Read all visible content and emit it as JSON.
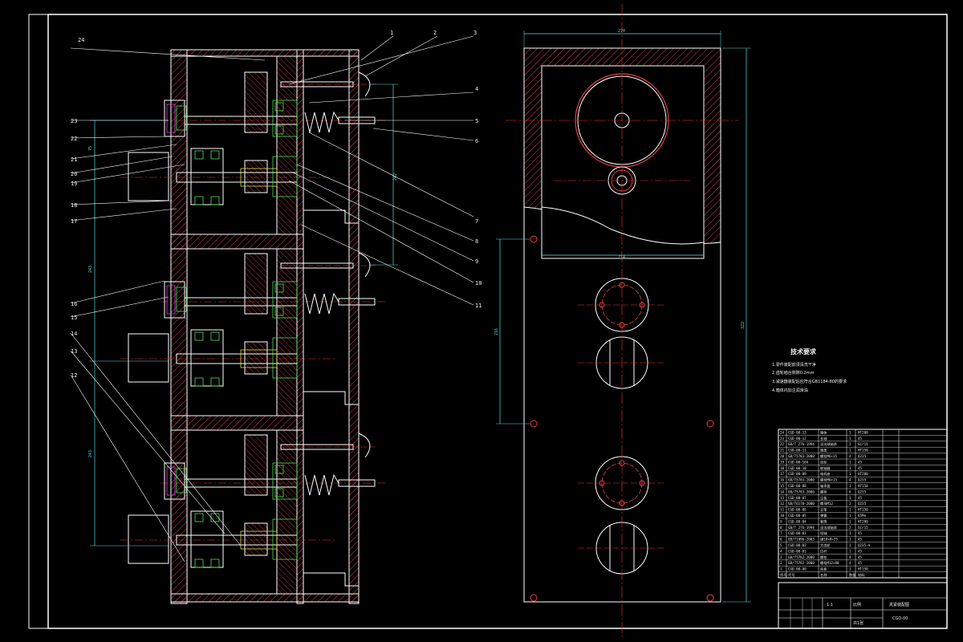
{
  "callouts": [
    {
      "id": "1",
      "label": "1"
    },
    {
      "id": "2",
      "label": "2"
    },
    {
      "id": "3",
      "label": "3"
    },
    {
      "id": "4",
      "label": "4"
    },
    {
      "id": "5",
      "label": "5"
    },
    {
      "id": "6",
      "label": "6"
    },
    {
      "id": "7",
      "label": "7"
    },
    {
      "id": "8",
      "label": "8"
    },
    {
      "id": "9",
      "label": "9"
    },
    {
      "id": "10",
      "label": "10"
    },
    {
      "id": "11",
      "label": "11"
    },
    {
      "id": "12",
      "label": "12"
    },
    {
      "id": "13",
      "label": "13"
    },
    {
      "id": "14",
      "label": "14"
    },
    {
      "id": "15",
      "label": "15"
    },
    {
      "id": "16",
      "label": "16"
    },
    {
      "id": "17",
      "label": "17"
    },
    {
      "id": "18",
      "label": "18"
    },
    {
      "id": "19",
      "label": "19"
    },
    {
      "id": "20",
      "label": "20"
    },
    {
      "id": "21",
      "label": "21"
    },
    {
      "id": "22",
      "label": "22"
    },
    {
      "id": "23",
      "label": "23"
    },
    {
      "id": "24",
      "label": "24"
    }
  ],
  "dimensions": {
    "top_width": "270",
    "inner_width": "214",
    "height_total": "322",
    "hole_spacing": "216",
    "side_upper": "243",
    "side_lower": "243",
    "short_v": "75",
    "mid_v": "242"
  },
  "technical_requirements": {
    "title": "技术要求",
    "lines": [
      "1.零件装配前须清洗干净",
      "2.齿轮啮合侧隙0.2mm",
      "3.减速器装配后应符合GB1184-80的要求",
      "4.箱体内加注润滑油"
    ]
  },
  "bom": {
    "rows": [
      {
        "no": "24",
        "code": "CGD-00-13",
        "name": "箱体",
        "qty": "1",
        "mat": "HT200"
      },
      {
        "no": "23",
        "code": "CGD-00-12",
        "name": "长轴",
        "qty": "1",
        "mat": "45"
      },
      {
        "no": "22",
        "code": "GB/T 276-1994",
        "name": "深沟球轴承",
        "qty": "2",
        "mat": "GCr15"
      },
      {
        "no": "21",
        "code": "CGD-00-11",
        "name": "端盖",
        "qty": "1",
        "mat": "HT150"
      },
      {
        "no": "20",
        "code": "GB/T5783-2000",
        "name": "螺栓M6×15",
        "qty": "4",
        "mat": "Q235"
      },
      {
        "no": "19",
        "code": "CGD-00-10A",
        "name": "齿轮",
        "qty": "1",
        "mat": "45"
      },
      {
        "no": "18",
        "code": "CGD-00-10",
        "name": "联轴器",
        "qty": "1",
        "mat": "45"
      },
      {
        "no": "17",
        "code": "CGD-00-09",
        "name": "电机座",
        "qty": "1",
        "mat": "HT200"
      },
      {
        "no": "16",
        "code": "GB/T5783-2000",
        "name": "螺栓M6×15",
        "qty": "4",
        "mat": "Q235"
      },
      {
        "no": "15",
        "code": "CGD-00-08",
        "name": "轴承盖",
        "qty": "1",
        "mat": "HT150"
      },
      {
        "no": "14",
        "code": "GB/T5783-2000",
        "name": "螺栓",
        "qty": "6",
        "mat": "Q235"
      },
      {
        "no": "13",
        "code": "CGD-00-07",
        "name": "压板",
        "qty": "1",
        "mat": "45"
      },
      {
        "no": "12",
        "code": "GB/T6170-2000",
        "name": "螺母M12",
        "qty": "2",
        "mat": "Q235"
      },
      {
        "no": "11",
        "code": "CGD-00-06",
        "name": "支架",
        "qty": "1",
        "mat": "HT150"
      },
      {
        "no": "10",
        "code": "CGD-00-05",
        "name": "弹簧",
        "qty": "1",
        "mat": "65Mn"
      },
      {
        "no": "9",
        "code": "CGD-00-04",
        "name": "套筒",
        "qty": "1",
        "mat": "HT200"
      },
      {
        "no": "8",
        "code": "GB/T 276-1994",
        "name": "深沟球轴承",
        "qty": "2",
        "mat": "GCr15"
      },
      {
        "no": "7",
        "code": "CGD-00-03",
        "name": "短轴",
        "qty": "1",
        "mat": "45"
      },
      {
        "no": "6",
        "code": "GB/T1096-2003",
        "name": "键10×8×25",
        "qty": "1",
        "mat": "45"
      },
      {
        "no": "5",
        "code": "CGD-00-02",
        "name": "大齿轮",
        "qty": "1",
        "mat": "Q235-A"
      },
      {
        "no": "4",
        "code": "CGD-00-01",
        "name": "拉杆",
        "qty": "1",
        "mat": "45"
      },
      {
        "no": "3",
        "code": "GB/T5782-2000",
        "name": "螺栓",
        "qty": "4",
        "mat": "45"
      },
      {
        "no": "2",
        "code": "GB/T5782-2000",
        "name": "螺栓M12×80",
        "qty": "4",
        "mat": "45"
      },
      {
        "no": "1",
        "code": "CGD-00-00",
        "name": "底板",
        "qty": "1",
        "mat": "HT150"
      }
    ],
    "header": {
      "no": "序号",
      "code": "代号",
      "name": "名称",
      "qty": "数量",
      "mat": "材料"
    }
  },
  "title_block": {
    "drawing_name": "夹紧装配图",
    "drawing_code": "CGD-00",
    "scale_label": "比例",
    "scale_value": "1:1",
    "sheet_label": "共1张"
  },
  "colors": {
    "outline": "#ffffff",
    "hatch": "#e64040",
    "center": "#ff3030",
    "dim": "#5fe0e0",
    "green": "#50e050",
    "yellow": "#e0e040",
    "magenta": "#e040e0",
    "background": "#000000"
  }
}
